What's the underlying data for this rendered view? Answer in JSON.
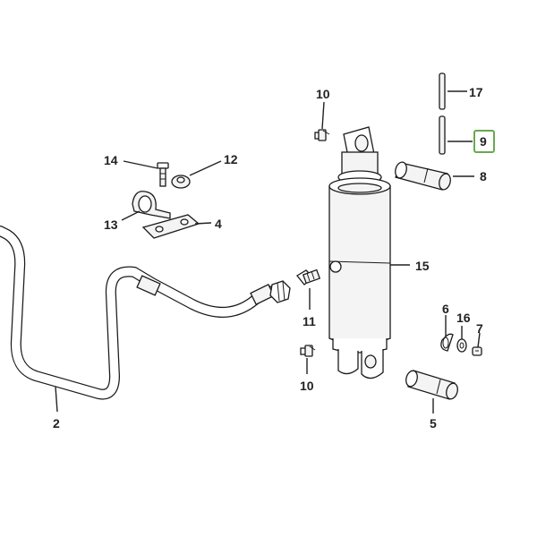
{
  "callouts": {
    "c2": "2",
    "c4": "4",
    "c5": "5",
    "c6": "6",
    "c7": "7",
    "c8": "8",
    "c9": "9",
    "c10_top": "10",
    "c10_bottom": "10",
    "c11": "11",
    "c12": "12",
    "c13": "13",
    "c14": "14",
    "c15": "15",
    "c16": "16",
    "c17": "17"
  },
  "highlight": {
    "callout": "9",
    "color": "#6aa84f"
  }
}
